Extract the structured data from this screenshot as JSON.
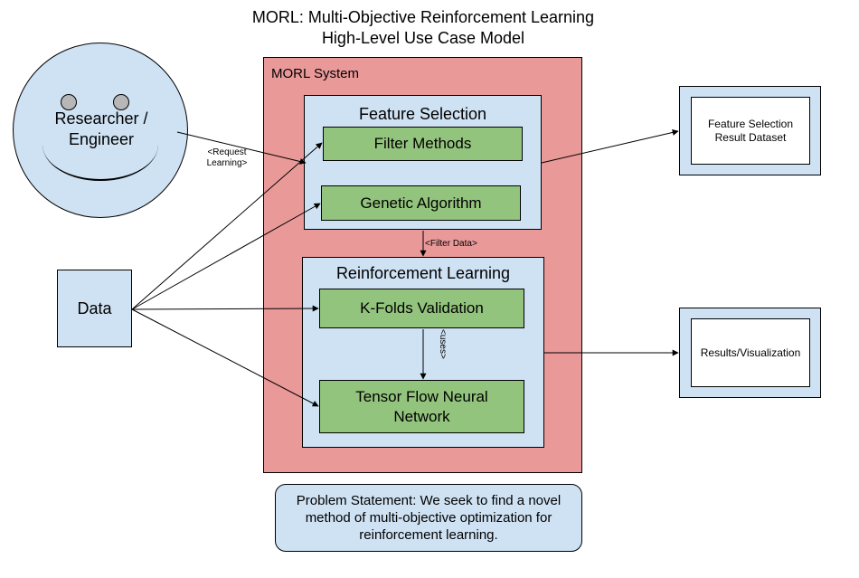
{
  "title_line1": "MORL: Multi-Objective Reinforcement Learning",
  "title_line2": "High-Level Use Case Model",
  "actor": {
    "label_line1": "Researcher /",
    "label_line2": "Engineer"
  },
  "data_label": "Data",
  "system_label": "MORL System",
  "feature_selection": {
    "title": "Feature Selection",
    "methods": [
      "Filter Methods",
      "Genetic Algorithm"
    ]
  },
  "reinforcement_learning": {
    "title": "Reinforcement Learning",
    "kfolds": "K-Folds Validation",
    "tensorflow_line1": "Tensor Flow Neural",
    "tensorflow_line2": "Network"
  },
  "outputs": {
    "feature_result_line1": "Feature Selection",
    "feature_result_line2": "Result Dataset",
    "results": "Results/Visualization"
  },
  "edge_labels": {
    "request_line1": "<Request",
    "request_line2": "Learning>",
    "filter_data": "<Filter Data>",
    "uses": "<uses>"
  },
  "problem_statement": "Problem Statement: We seek to find a novel method of multi-objective optimization for reinforcement learning.",
  "colors": {
    "system_fill": "#ea9999",
    "panel_fill": "#cfe2f3",
    "method_fill": "#93c47d",
    "output_inner_fill": "#ffffff"
  }
}
